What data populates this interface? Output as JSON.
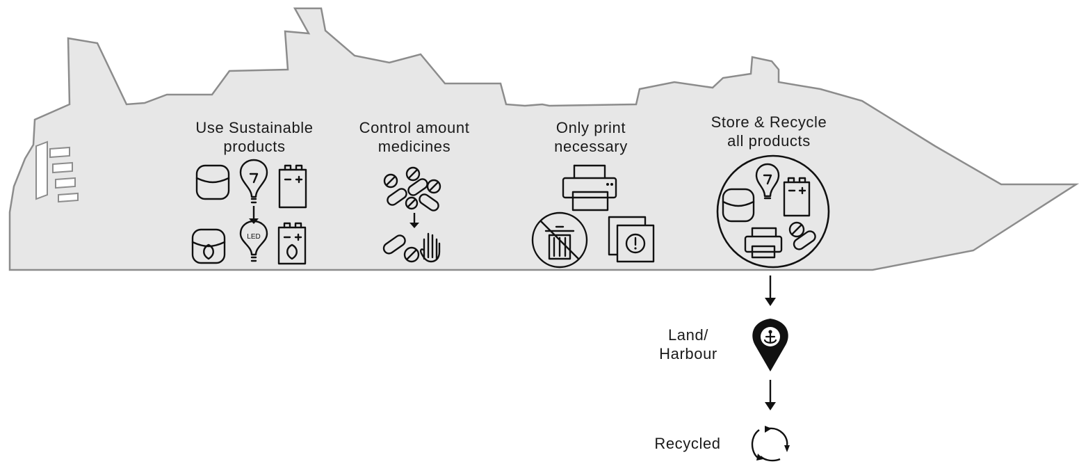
{
  "actions": [
    {
      "id": "sustainable",
      "line1": "Use Sustainable",
      "line2": "products"
    },
    {
      "id": "medicines",
      "line1": "Control amount",
      "line2": "medicines"
    },
    {
      "id": "print",
      "line1": "Only print",
      "line2": "necessary"
    },
    {
      "id": "recycle",
      "line1": "Store & Recycle",
      "line2": "all products"
    }
  ],
  "icons": {
    "sustainable_top": [
      "jar-icon",
      "lightbulb-icon",
      "battery-icon"
    ],
    "sustainable_bottom": [
      "eco-jar-icon",
      "led-bulb-icon",
      "eco-battery-icon"
    ],
    "led_label": "LED",
    "medicines_top": "many-pills-icon",
    "medicines_bottom": [
      "few-pills-icon",
      "stop-hand-icon"
    ],
    "print_top": "printer-icon",
    "print_bottom": [
      "no-trash-icon",
      "paper-warning-icon"
    ],
    "recycle_circle": [
      "jar-icon",
      "lightbulb-icon",
      "battery-icon",
      "printer-icon",
      "pills-icon"
    ]
  },
  "flow": {
    "harbour_line1": "Land/",
    "harbour_line2": "Harbour",
    "harbour_icon": "anchor-pin-icon",
    "recycled_label": "Recycled",
    "recycled_icon": "recycle-arrows-icon"
  },
  "colors": {
    "ship_fill": "#e7e7e7",
    "ship_outline": "#8c8c8c",
    "ink": "#111111"
  }
}
